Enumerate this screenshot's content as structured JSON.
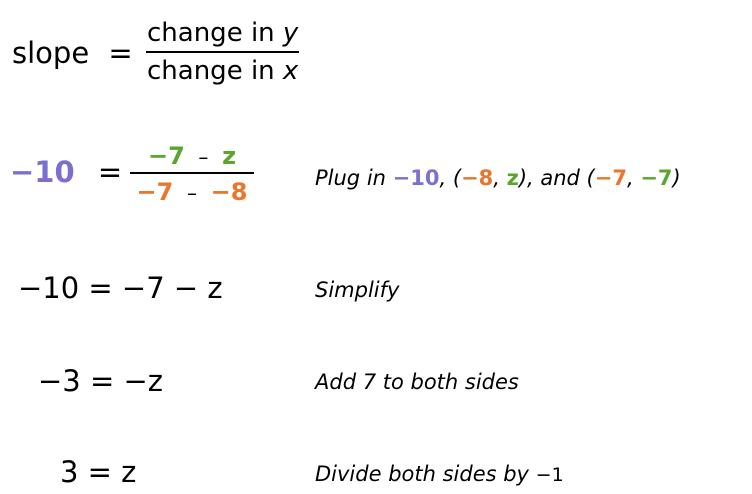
{
  "formula": {
    "lhs": "slope",
    "equals": "=",
    "numerator_text": "change in ",
    "numerator_var": "y",
    "denominator_text": "change in ",
    "denominator_var": "x"
  },
  "step1": {
    "lhs": "−10",
    "equals": "=",
    "num_a": "−7",
    "num_op": "–",
    "num_b": "z",
    "den_a": "−7",
    "den_op": "–",
    "den_b": "−8",
    "note_pre": "Plug in ",
    "note_slope": "−10",
    "note_sep1": ", (",
    "note_x1": "−8",
    "note_comma1": ", ",
    "note_y1": "z",
    "note_sep2": "), and (",
    "note_x2": "−7",
    "note_comma2": ", ",
    "note_y2": "−7",
    "note_end": ")"
  },
  "step2": {
    "equation": "−10 = −7 − z",
    "note": "Simplify"
  },
  "step3": {
    "equation": "−3 = −z",
    "note": "Add 7 to both sides"
  },
  "step4": {
    "equation": "3 = z",
    "note_pre": "Divide both sides by ",
    "note_value": "−1"
  },
  "colors": {
    "slope": "#7b6fcf",
    "x_values": "#e8762c",
    "y_values": "#5aa62d"
  }
}
